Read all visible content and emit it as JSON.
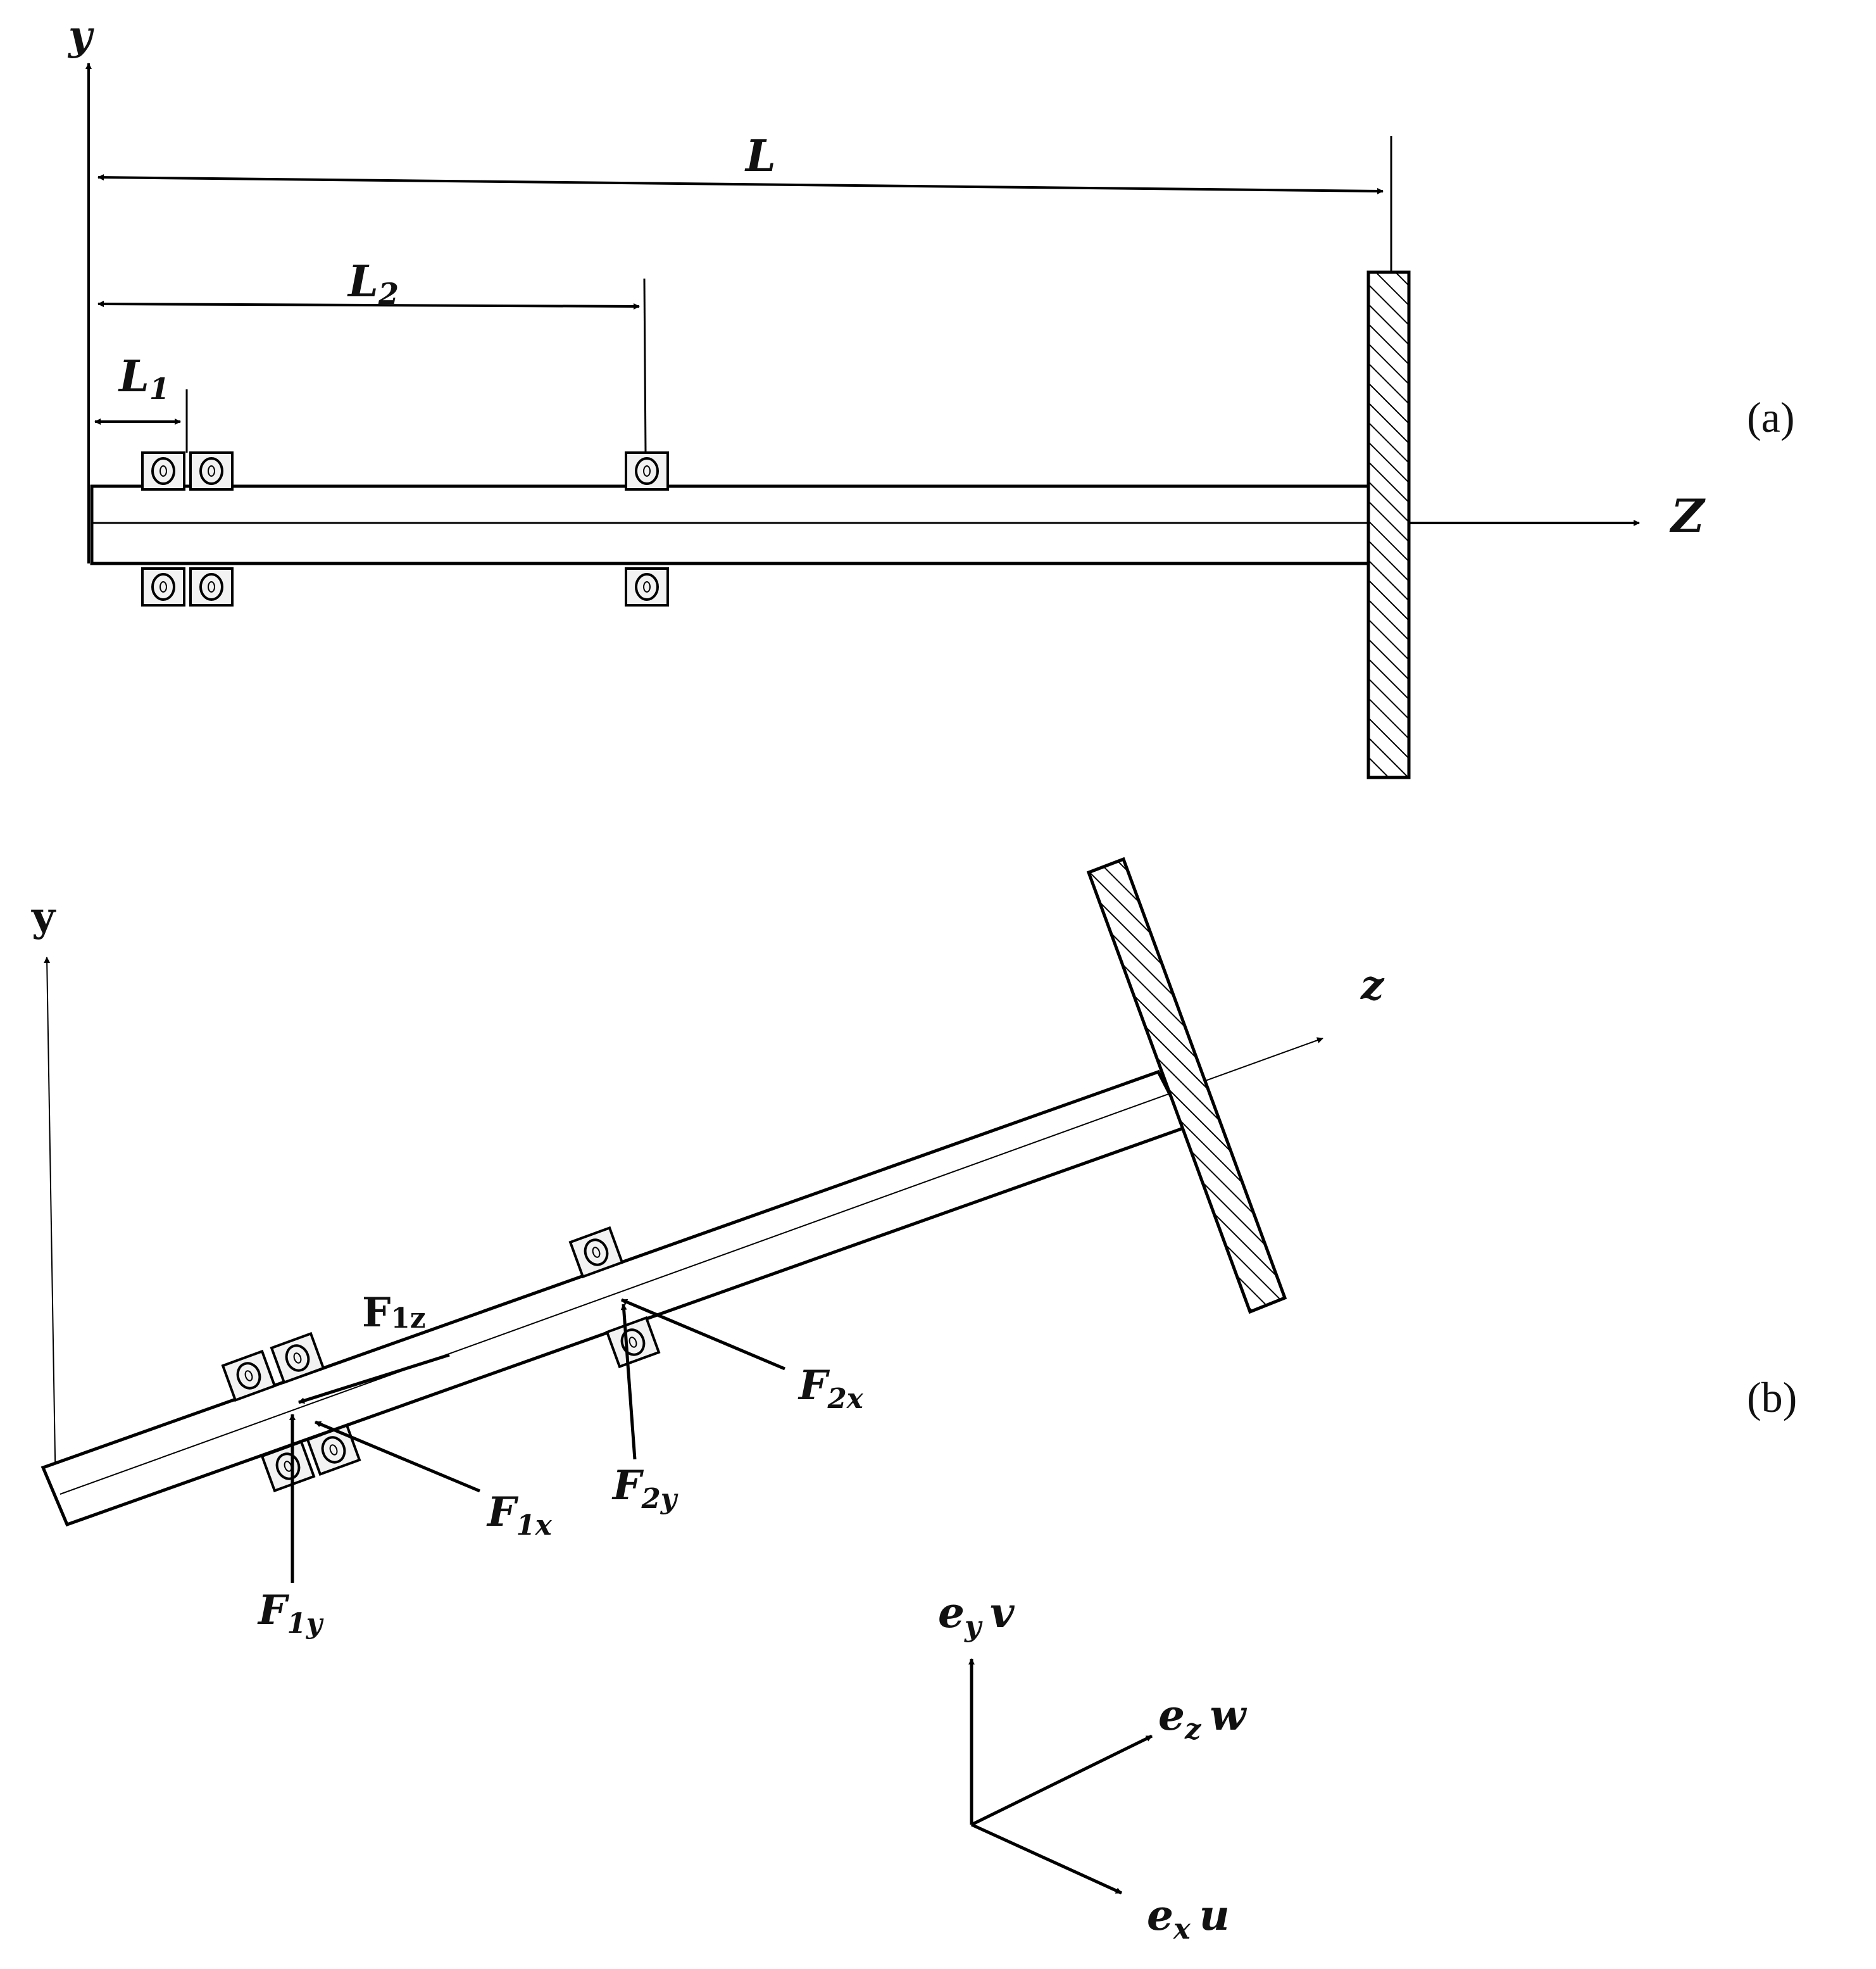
{
  "panel_a": {
    "axis_y": "y",
    "axis_z": "Z",
    "dim_total": "L",
    "dim_2": "L",
    "dim_2_sub": "2",
    "dim_1": "L",
    "dim_1_sub": "1",
    "bearing_glyph": "O",
    "panel_label": "(a)"
  },
  "panel_b": {
    "axis_y": "y",
    "axis_z": "z",
    "force_1z": "F",
    "force_1z_sub": "1z",
    "force_1x": "F",
    "force_1x_sub": "1x",
    "force_1y": "F",
    "force_1y_sub": "1y",
    "force_2x": "F",
    "force_2x_sub": "2x",
    "force_2y": "F",
    "force_2y_sub": "2y",
    "bearing_glyph": "O",
    "panel_label": "(b)"
  },
  "frame": {
    "ey": "e",
    "ey_sub": "y",
    "ey_var": "v",
    "ez": "e",
    "ez_sub": "z",
    "ez_var": "w",
    "ex": "e",
    "ex_sub": "x",
    "ex_var": "u"
  }
}
